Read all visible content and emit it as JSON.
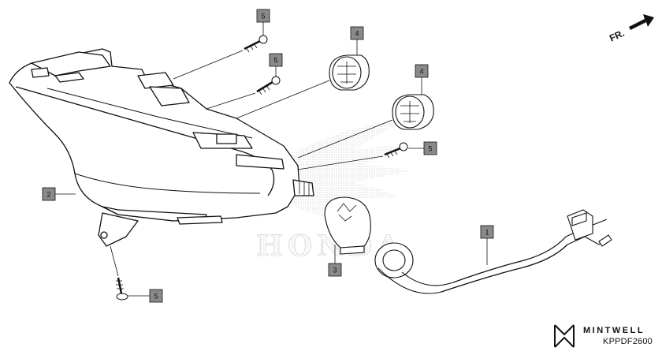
{
  "diagram": {
    "callouts": [
      {
        "id": "c5a",
        "label": "5"
      },
      {
        "id": "c5b",
        "label": "5"
      },
      {
        "id": "c4a",
        "label": "4"
      },
      {
        "id": "c4b",
        "label": "4"
      },
      {
        "id": "c5c",
        "label": "5"
      },
      {
        "id": "c2",
        "label": "2"
      },
      {
        "id": "c1",
        "label": "1"
      },
      {
        "id": "c3",
        "label": "3"
      },
      {
        "id": "c5d",
        "label": "5"
      }
    ],
    "direction_label": "FR.",
    "watermark_text": "HONDA",
    "brand_name": "MINTWELL",
    "reference_code": "KPPDF2600"
  },
  "colors": {
    "line": "#111111",
    "callout_fill": "#8a8a8a",
    "watermark": "#cfcfcf"
  }
}
